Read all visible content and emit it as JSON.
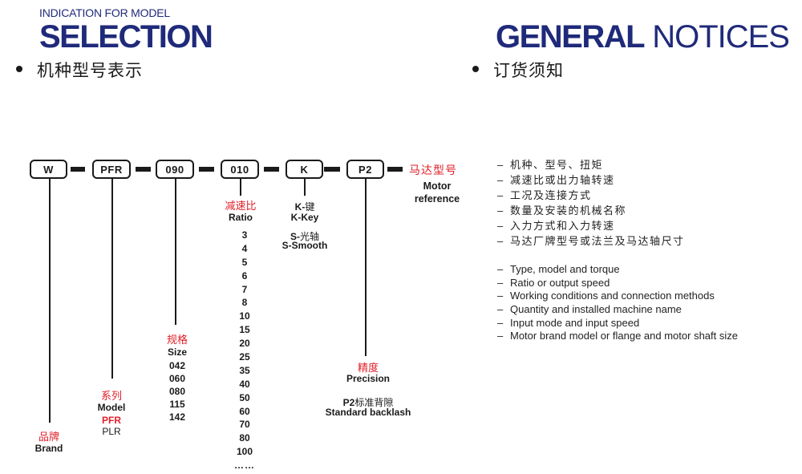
{
  "left_header": {
    "eyebrow": "INDICATION FOR MODEL",
    "title": "SELECTION",
    "subtitle_cn": "机种型号表示"
  },
  "right_header": {
    "title_bold": "GENERAL",
    "title_thin": " NOTICES",
    "subtitle_cn": "订货须知"
  },
  "code_boxes": [
    "W",
    "PFR",
    "090",
    "010",
    "K",
    "P2"
  ],
  "motor_ref": {
    "cn": "马达型号",
    "en_1": "Motor",
    "en_2": "reference"
  },
  "ratio": {
    "cn": "减速比",
    "en": "Ratio",
    "values": [
      "3",
      "4",
      "5",
      "6",
      "7",
      "8",
      "10",
      "15",
      "20",
      "25",
      "35",
      "40",
      "50",
      "60",
      "70",
      "80",
      "100",
      "……"
    ]
  },
  "shaft": {
    "k_code": "K-",
    "k_cn": "键",
    "k_en": "K-Key",
    "s_code": "S-",
    "s_cn": "光轴",
    "s_en": "S-Smooth"
  },
  "size": {
    "cn": "规格",
    "en": "Size",
    "values": [
      "042",
      "060",
      "080",
      "115",
      "142"
    ]
  },
  "model": {
    "cn": "系列",
    "en": "Model",
    "values": [
      "PFR",
      "PLR"
    ]
  },
  "brand": {
    "cn": "品牌",
    "en": "Brand"
  },
  "precision": {
    "cn": "精度",
    "en": "Precision",
    "code": "P2",
    "code_cn": "标准背隙",
    "code_en": "Standard backlash"
  },
  "notices_cn": [
    "机种、型号、扭矩",
    "减速比或出力轴转速",
    "工况及连接方式",
    "数量及安装的机械名称",
    "入力方式和入力转速",
    "马达厂牌型号或法兰及马达轴尺寸"
  ],
  "notices_en": [
    "Type, model and torque",
    "Ratio or output speed",
    "Working conditions and connection methods",
    "Quantity and installed machine name",
    "Input mode and input speed",
    "Motor brand model or flange and motor shaft size"
  ],
  "notice_dash": "–",
  "colors": {
    "navy": "#1f2a7a",
    "red": "#e0202a",
    "black": "#1a1a1a"
  }
}
